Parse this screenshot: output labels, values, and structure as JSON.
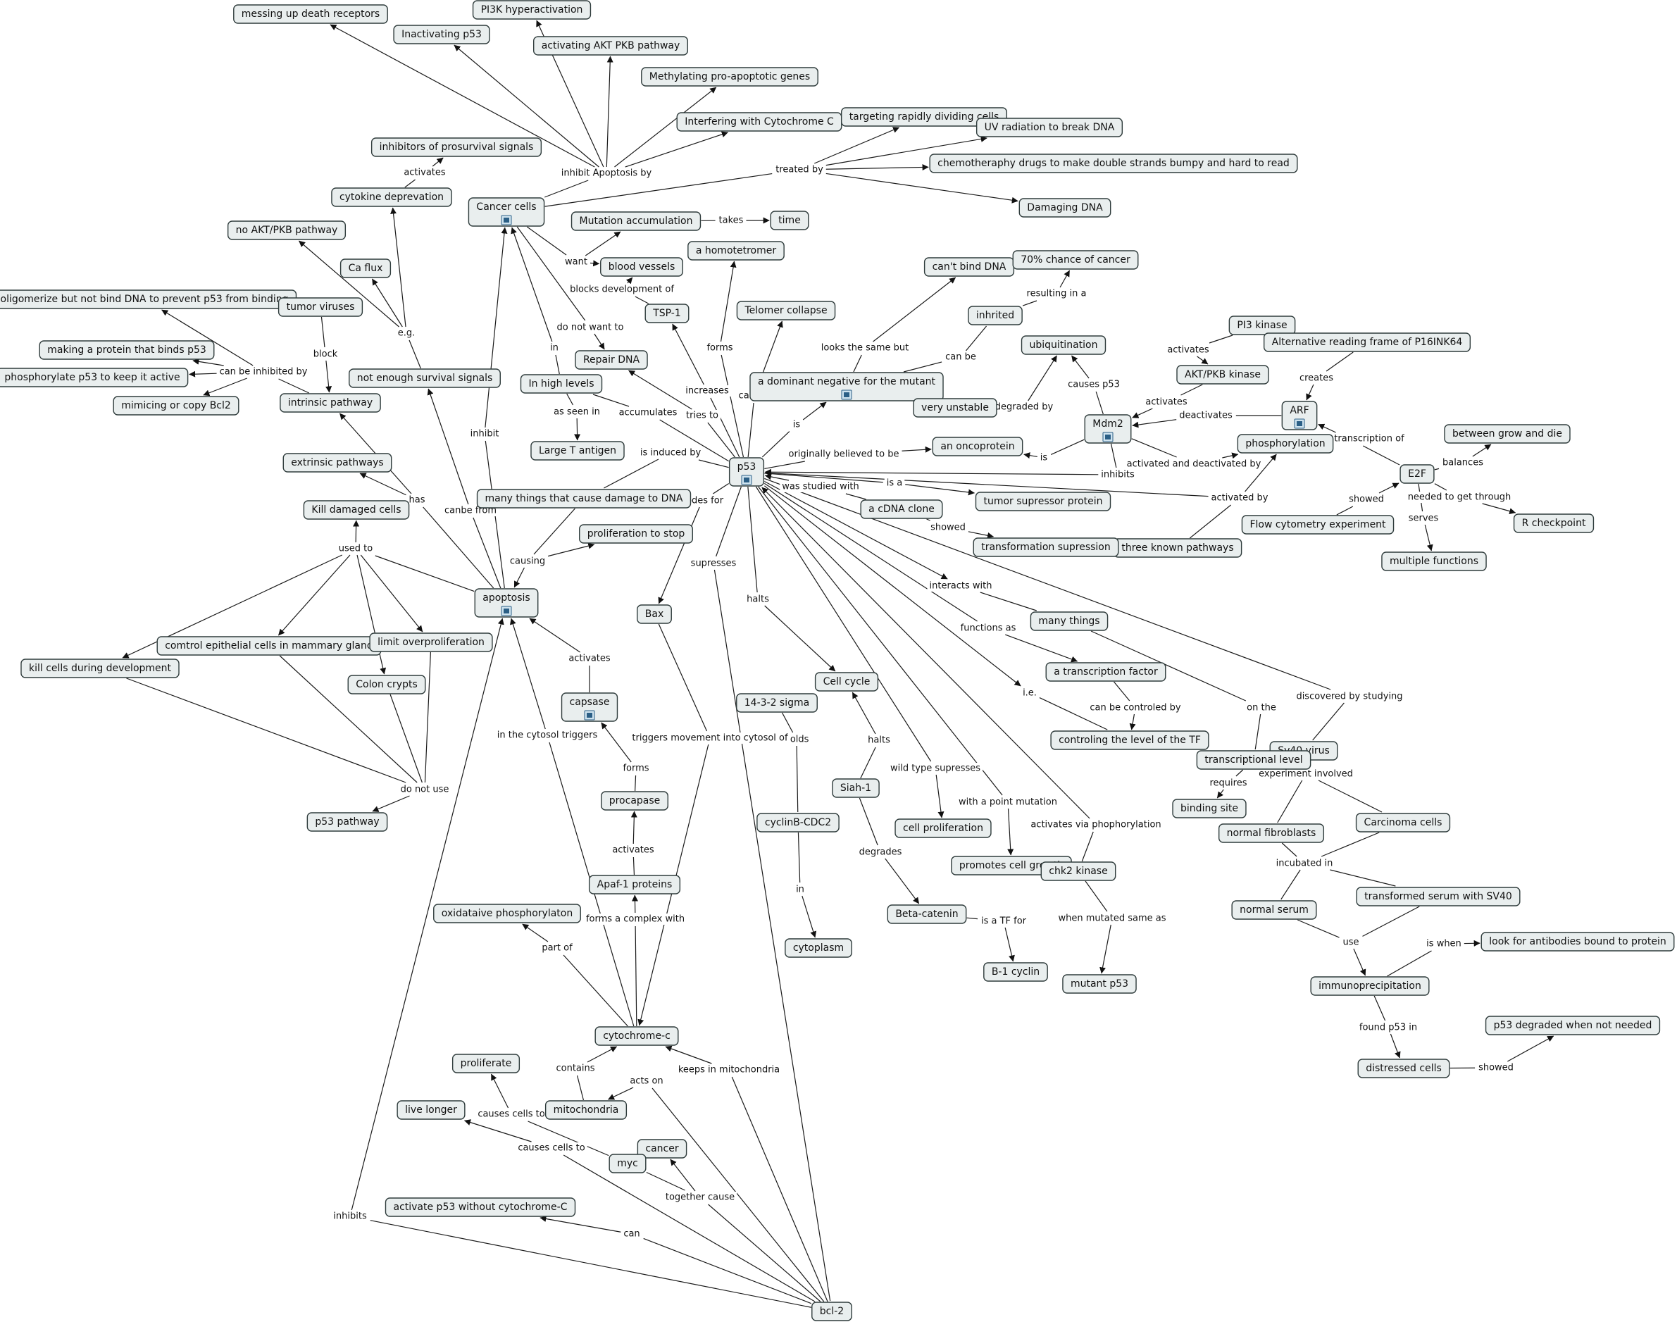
{
  "nodes": [
    {
      "id": "mdr",
      "label": "messing up death receptors"
    },
    {
      "id": "pi3h",
      "label": "PI3K hyperactivation"
    },
    {
      "id": "inp53",
      "label": "Inactivating p53"
    },
    {
      "id": "akt",
      "label": "activating AKT PKB pathway"
    },
    {
      "id": "meth",
      "label": "Methylating pro-apoptotic genes"
    },
    {
      "id": "icyt",
      "label": "Interfering with Cytochrome C"
    },
    {
      "id": "trdc",
      "label": "targeting rapidly dividing cells"
    },
    {
      "id": "uv",
      "label": "UV radiation to break DNA"
    },
    {
      "id": "chemo",
      "label": "chemotheraphy drugs to make double strands bumpy and hard to read"
    },
    {
      "id": "ddna",
      "label": "Damaging DNA"
    },
    {
      "id": "ips",
      "label": "inhibitors of prosurvival signals"
    },
    {
      "id": "cytd",
      "label": "cytokine deprevation"
    },
    {
      "id": "cancer",
      "label": "Cancer cells",
      "icon": true
    },
    {
      "id": "mut",
      "label": "Mutation accumulation"
    },
    {
      "id": "time",
      "label": "time"
    },
    {
      "id": "noakt",
      "label": "no AKT/PKB pathway"
    },
    {
      "id": "caflux",
      "label": "Ca flux"
    },
    {
      "id": "homo",
      "label": "a homotetromer"
    },
    {
      "id": "bv",
      "label": "blood vessels"
    },
    {
      "id": "cbd",
      "label": "can't bind DNA"
    },
    {
      "id": "seventy",
      "label": "70% chance of cancer"
    },
    {
      "id": "olig",
      "label": "oligomerize but not bind DNA to prevent p53 from binding"
    },
    {
      "id": "tumv",
      "label": "tumor viruses"
    },
    {
      "id": "tsp",
      "label": "TSP-1"
    },
    {
      "id": "telo",
      "label": "Telomer collapse"
    },
    {
      "id": "inhr",
      "label": "inhrited"
    },
    {
      "id": "pi3k",
      "label": "PI3 kinase"
    },
    {
      "id": "arp",
      "label": "Alternative reading frame of P16INK64"
    },
    {
      "id": "mkp",
      "label": "making a protein that binds p53"
    },
    {
      "id": "repair",
      "label": "Repair DNA"
    },
    {
      "id": "ubiq",
      "label": "ubiquitination"
    },
    {
      "id": "phos53",
      "label": "phosphorylate p53 to keep it active"
    },
    {
      "id": "nes",
      "label": "not enough survival signals"
    },
    {
      "id": "inhigh",
      "label": "In high levels"
    },
    {
      "id": "dneg",
      "label": "a dominant negative for the mutant",
      "icon": true
    },
    {
      "id": "aktk",
      "label": "AKT/PKB kinase"
    },
    {
      "id": "mimic",
      "label": "mimicing or copy Bcl2"
    },
    {
      "id": "intr",
      "label": "intrinsic pathway"
    },
    {
      "id": "vun",
      "label": "very unstable"
    },
    {
      "id": "arf",
      "label": "ARF",
      "icon": true
    },
    {
      "id": "mdm2",
      "label": "Mdm2",
      "icon": true
    },
    {
      "id": "lta",
      "label": "Large T antigen"
    },
    {
      "id": "onco",
      "label": "an oncoprotein"
    },
    {
      "id": "phos",
      "label": "phosphorylation"
    },
    {
      "id": "bgd",
      "label": "between grow and die"
    },
    {
      "id": "extr",
      "label": "extrinsic pathways"
    },
    {
      "id": "p53",
      "label": "p53",
      "icon": true
    },
    {
      "id": "e2f",
      "label": "E2F"
    },
    {
      "id": "mtcd",
      "label": "many things that cause damage to DNA"
    },
    {
      "id": "tsupp",
      "label": "tumor supressor protein"
    },
    {
      "id": "kdc",
      "label": "Kill damaged cells"
    },
    {
      "id": "cdna",
      "label": "a cDNA clone"
    },
    {
      "id": "rchk",
      "label": "R checkpoint"
    },
    {
      "id": "flow",
      "label": "Flow cytometry experiment"
    },
    {
      "id": "pts",
      "label": "proliferation to stop"
    },
    {
      "id": "tkp",
      "label": "three known pathways"
    },
    {
      "id": "tsup2",
      "label": "transformation supression"
    },
    {
      "id": "multi",
      "label": "multiple functions"
    },
    {
      "id": "apop",
      "label": "apoptosis",
      "icon": true
    },
    {
      "id": "bax",
      "label": "Bax"
    },
    {
      "id": "many",
      "label": "many things"
    },
    {
      "id": "kcdd",
      "label": "kill cells during development"
    },
    {
      "id": "cecm",
      "label": "comtrol epithelial cells in mammary gland"
    },
    {
      "id": "lop",
      "label": "limit overproliferation"
    },
    {
      "id": "atf",
      "label": "a transcription factor"
    },
    {
      "id": "cc",
      "label": "Cell cycle"
    },
    {
      "id": "colon",
      "label": "Colon crypts"
    },
    {
      "id": "caps",
      "label": "capsase",
      "icon": true
    },
    {
      "id": "sig",
      "label": "14-3-2 sigma"
    },
    {
      "id": "ctf",
      "label": "controling the level of the TF"
    },
    {
      "id": "sv40",
      "label": "Sv40 virus"
    },
    {
      "id": "tl",
      "label": "transcriptional level"
    },
    {
      "id": "siah",
      "label": "Siah-1"
    },
    {
      "id": "bsite",
      "label": "binding site"
    },
    {
      "id": "procap",
      "label": "procapase"
    },
    {
      "id": "cyclb",
      "label": "cyclinB-CDC2"
    },
    {
      "id": "p53path",
      "label": "p53 pathway"
    },
    {
      "id": "cprol",
      "label": "cell proliferation"
    },
    {
      "id": "carc",
      "label": "Carcinoma cells"
    },
    {
      "id": "nfib",
      "label": "normal fibroblasts"
    },
    {
      "id": "pcg",
      "label": "promotes cell growth"
    },
    {
      "id": "chk2",
      "label": "chk2 kinase"
    },
    {
      "id": "apaf",
      "label": "Apaf-1 proteins"
    },
    {
      "id": "tsv",
      "label": "transformed serum with SV40"
    },
    {
      "id": "oxp",
      "label": "oxidataive phosphorylaton"
    },
    {
      "id": "bcat",
      "label": "Beta-catenin"
    },
    {
      "id": "nserum",
      "label": "normal serum"
    },
    {
      "id": "cyto",
      "label": "cytoplasm"
    },
    {
      "id": "lab",
      "label": "look for antibodies bound to protein"
    },
    {
      "id": "b1",
      "label": "B-1 cyclin"
    },
    {
      "id": "mp53",
      "label": "mutant p53"
    },
    {
      "id": "immuno",
      "label": "immunoprecipitation"
    },
    {
      "id": "cytc",
      "label": "cytochrome-c"
    },
    {
      "id": "p53dnn",
      "label": "p53 degraded when not needed"
    },
    {
      "id": "prolif",
      "label": "proliferate"
    },
    {
      "id": "dcells",
      "label": "distressed cells"
    },
    {
      "id": "mito",
      "label": "mitochondria"
    },
    {
      "id": "live",
      "label": "live longer"
    },
    {
      "id": "cancer2",
      "label": "cancer"
    },
    {
      "id": "myc",
      "label": "myc"
    },
    {
      "id": "ap53",
      "label": "activate p53 without cytochrome-C"
    },
    {
      "id": "bcl2",
      "label": "bcl-2"
    }
  ],
  "links": [
    {
      "label": "inhibit Apoptosis by"
    },
    {
      "label": "treated by"
    },
    {
      "label": "activates"
    },
    {
      "label": "takes"
    },
    {
      "label": "want"
    },
    {
      "label": "blocks development of"
    },
    {
      "label": "resulting in a"
    },
    {
      "label": "e.g."
    },
    {
      "label": "block"
    },
    {
      "label": "do not want to"
    },
    {
      "label": "looks the same but"
    },
    {
      "label": "can be"
    },
    {
      "label": "activates"
    },
    {
      "label": "can be inhibited by"
    },
    {
      "label": "in"
    },
    {
      "label": "forms"
    },
    {
      "label": "creates"
    },
    {
      "label": "causes p53"
    },
    {
      "label": "increases"
    },
    {
      "label": "causes"
    },
    {
      "label": "activates"
    },
    {
      "label": "accumulates"
    },
    {
      "label": "tries to"
    },
    {
      "label": "degraded by"
    },
    {
      "label": "deactivates"
    },
    {
      "label": "as seen in"
    },
    {
      "label": "is"
    },
    {
      "label": "inhibit"
    },
    {
      "label": "is"
    },
    {
      "label": "originally believed to be"
    },
    {
      "label": "controls transcription of"
    },
    {
      "label": "activated and deactivated by"
    },
    {
      "label": "balances"
    },
    {
      "label": "is induced by"
    },
    {
      "label": "inhibits"
    },
    {
      "label": "has"
    },
    {
      "label": "is a"
    },
    {
      "label": "was studied with"
    },
    {
      "label": "canbe from"
    },
    {
      "label": "activated by"
    },
    {
      "label": "codes for"
    },
    {
      "label": "needed to get through"
    },
    {
      "label": "showed"
    },
    {
      "label": "used to"
    },
    {
      "label": "showed"
    },
    {
      "label": "causing"
    },
    {
      "label": "serves"
    },
    {
      "label": "supresses"
    },
    {
      "label": "interacts with"
    },
    {
      "label": "halts"
    },
    {
      "label": "functions as"
    },
    {
      "label": "activates"
    },
    {
      "label": "i.e."
    },
    {
      "label": "on the"
    },
    {
      "label": "discovered by studying"
    },
    {
      "label": "can be controled by"
    },
    {
      "label": "halts"
    },
    {
      "label": "holds"
    },
    {
      "label": "triggers movement into cytosol of"
    },
    {
      "label": "in the cytosol triggers"
    },
    {
      "label": "forms"
    },
    {
      "label": "wild type supresses"
    },
    {
      "label": "experiment involved"
    },
    {
      "label": "requires"
    },
    {
      "label": "do not use"
    },
    {
      "label": "with a point mutation"
    },
    {
      "label": "activates via phophorylation"
    },
    {
      "label": "activates"
    },
    {
      "label": "degrades"
    },
    {
      "label": "in"
    },
    {
      "label": "incubated in"
    },
    {
      "label": "forms a complex with"
    },
    {
      "label": "when mutated same as"
    },
    {
      "label": "part of"
    },
    {
      "label": "is a TF for"
    },
    {
      "label": "use"
    },
    {
      "label": "is when"
    },
    {
      "label": "found p53 in"
    },
    {
      "label": "contains"
    },
    {
      "label": "keeps in mitochondria"
    },
    {
      "label": "showed"
    },
    {
      "label": "acts on"
    },
    {
      "label": "causes cells to"
    },
    {
      "label": "causes cells to"
    },
    {
      "label": "together cause"
    },
    {
      "label": "inhibits"
    },
    {
      "label": "can"
    }
  ]
}
